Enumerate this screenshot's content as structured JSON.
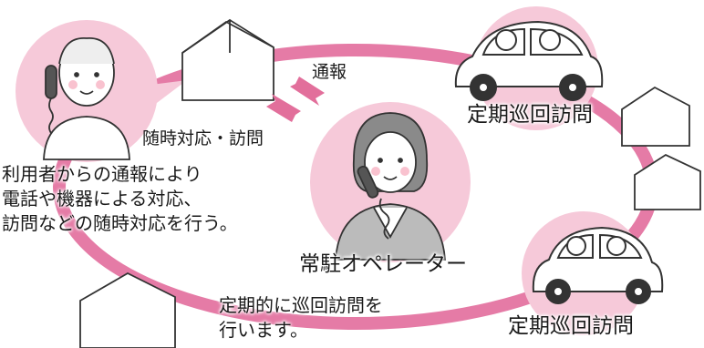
{
  "labels": {
    "report": "通報",
    "response_visit": "随時対応・訪問",
    "description": "利用者からの通報により\n電話や機器による対応、\n訪問などの随時対応を行う。",
    "operator": "常駐オペレーター",
    "patrol_top": "定期巡回訪問",
    "patrol_bottom": "定期巡回訪問",
    "patrol_note": "定期的に巡回訪問を\n行います。"
  },
  "colors": {
    "loop_pink": "#e57ba6",
    "circle_pink": "#f6c9d9",
    "arrow_pink": "#e26f9b",
    "outline": "#333333"
  },
  "icons": [
    "house-icon",
    "elderly-user-on-phone",
    "operator-with-headset",
    "visit-car-with-caregivers",
    "two-way-arrow-icon"
  ]
}
